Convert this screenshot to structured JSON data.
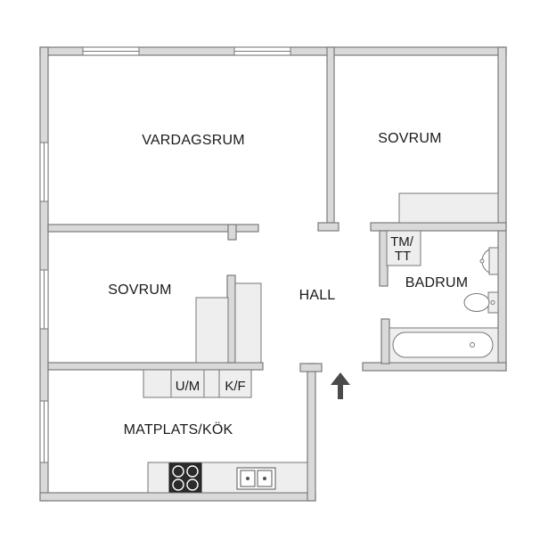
{
  "rooms": {
    "living_room": "VARDAGSRUM",
    "bedroom_top": "SOVRUM",
    "bedroom_left": "SOVRUM",
    "hall": "HALL",
    "bathroom": "BADRUM",
    "kitchen": "MATPLATS/KÖK"
  },
  "fixtures": {
    "washer_dryer_line1": "TM/",
    "washer_dryer_line2": "TT",
    "oven_microwave": "U/M",
    "fridge_freezer": "K/F"
  },
  "icons": {
    "entrance": "up-arrow-icon",
    "stove": "stove-icon",
    "sink": "sink-icon",
    "toilet": "toilet-icon",
    "washbasin": "washbasin-icon",
    "bathtub": "bathtub-icon"
  },
  "colors": {
    "wall_fill": "#d9d9d9",
    "wall_outline": "#7a7a7a",
    "text": "#1a1a1a",
    "entrance_arrow": "#4a4a4a"
  }
}
